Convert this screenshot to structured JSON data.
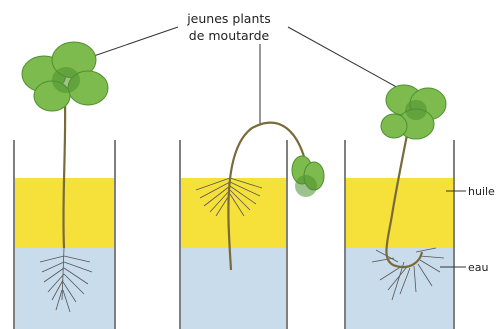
{
  "labels": {
    "top_line1": "jeunes plants",
    "top_line2": "de moutarde",
    "oil": "huile",
    "water": "eau"
  },
  "colors": {
    "oil": "#f6e13a",
    "water": "#c9dcec",
    "leaf": "#7dbb4e",
    "leaf_dark": "#4f8f2f",
    "stem": "#7a6a3a",
    "glass": "#555555"
  },
  "beakers": [
    {
      "id": "left",
      "roots_in": "eau"
    },
    {
      "id": "middle",
      "roots_in": "huile"
    },
    {
      "id": "right",
      "roots_in": "eau"
    }
  ]
}
